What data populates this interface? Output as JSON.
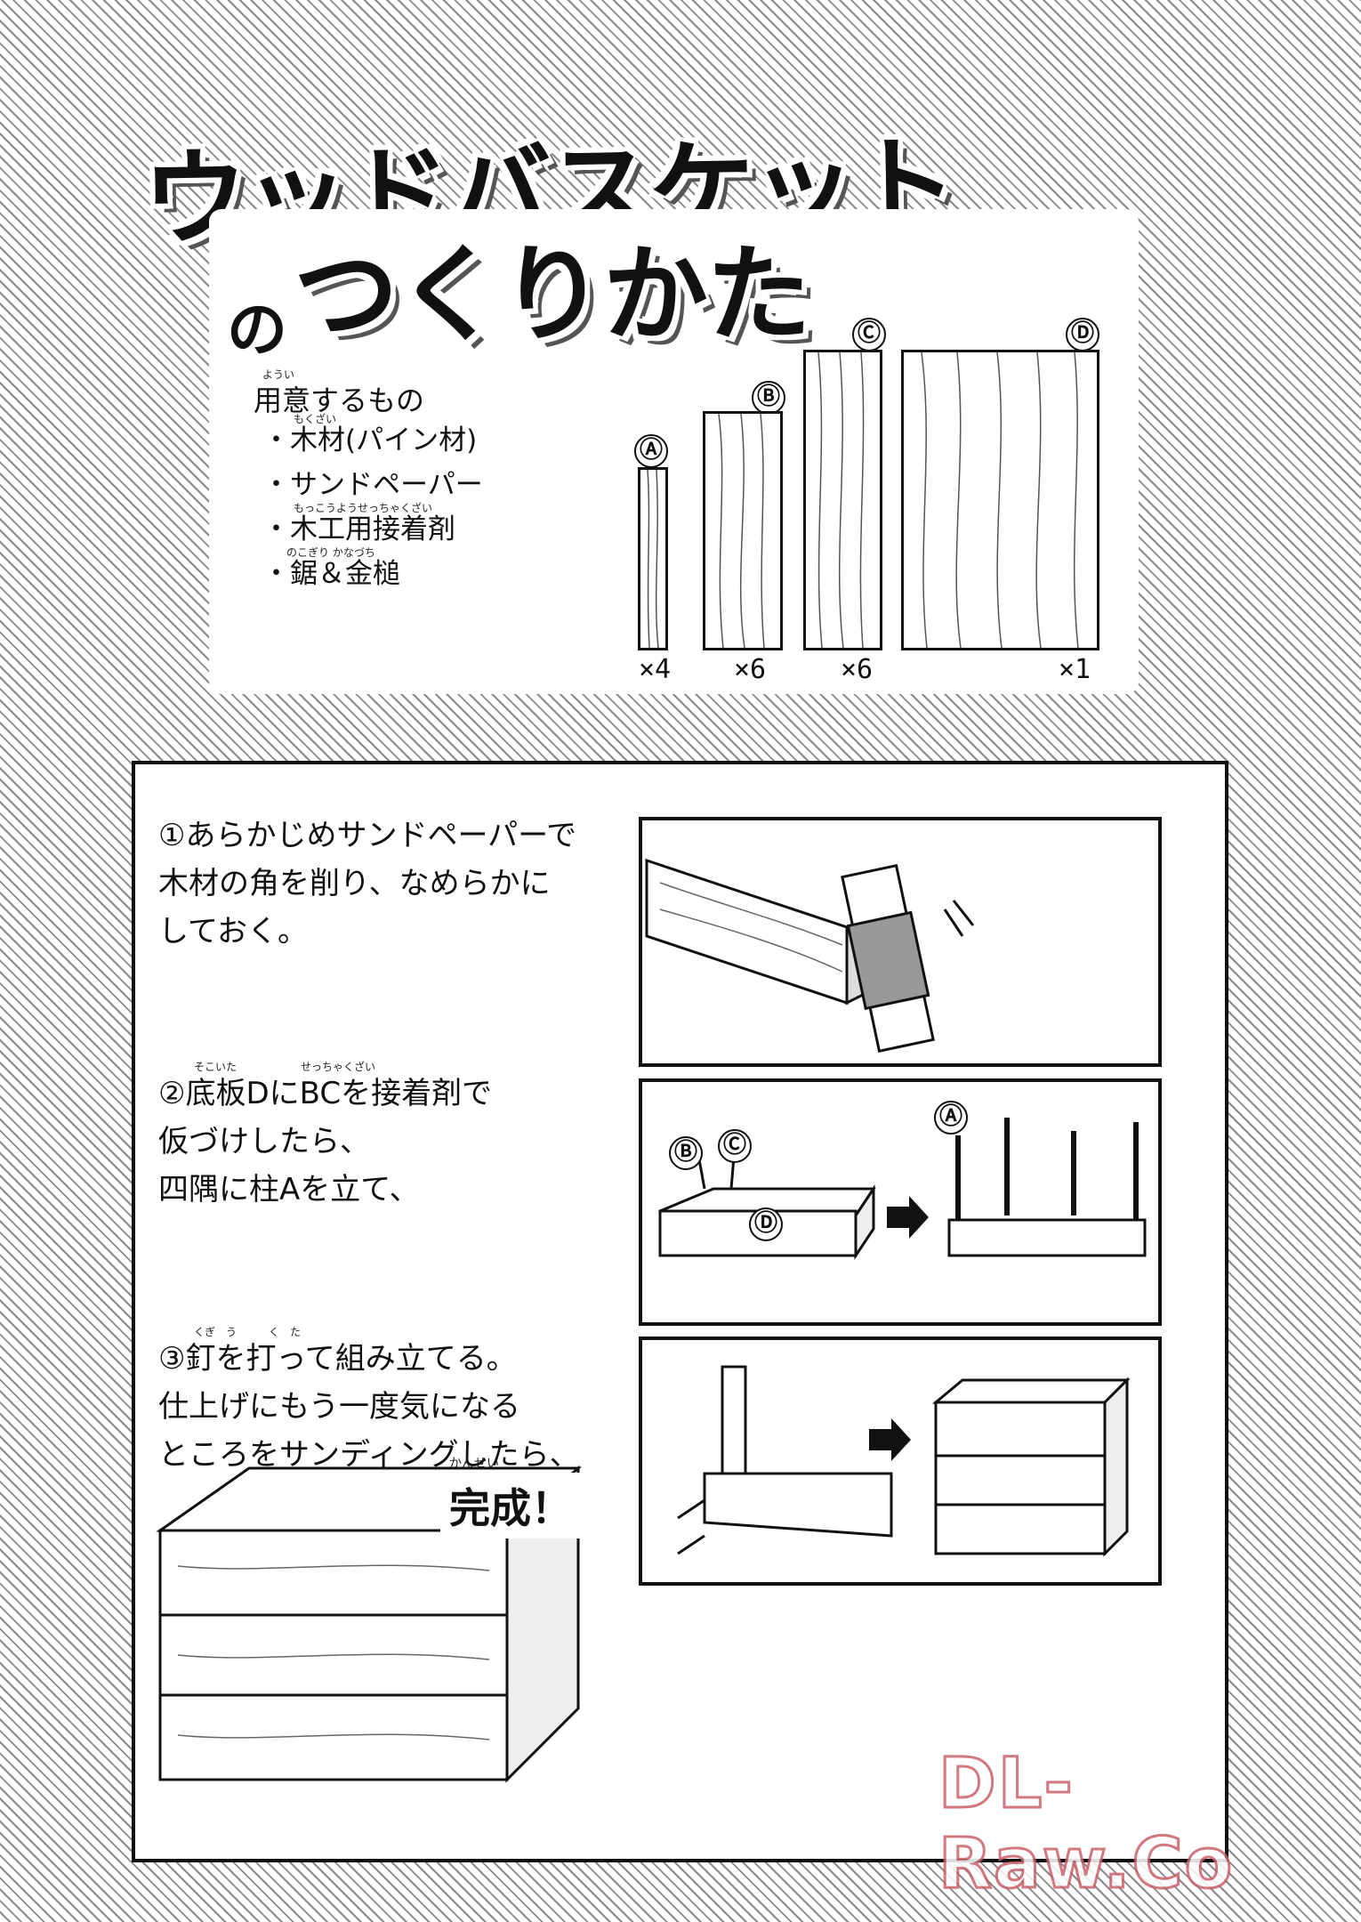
{
  "title": {
    "line1": "ウッドバスケット",
    "no": "の",
    "line2": "つくりかた"
  },
  "materials": {
    "heading": "用意するもの",
    "heading_ruby": "ようい",
    "items": [
      "木材(パイン材)",
      "サンドペーパー",
      "木工用接着剤",
      "鋸＆金槌"
    ],
    "item_rubies": [
      "もくざい",
      "",
      "もっこうようせっちゃくざい",
      "のこぎり かなづち"
    ]
  },
  "boards": [
    {
      "label": "Ⓐ",
      "qty": "×4"
    },
    {
      "label": "Ⓑ",
      "qty": "×6"
    },
    {
      "label": "Ⓒ",
      "qty": "×6"
    },
    {
      "label": "Ⓓ",
      "qty": "×1"
    }
  ],
  "steps": [
    {
      "text": "①あらかじめサンドペーパーで\n木材の角を削り、なめらかに\nしておく。"
    },
    {
      "text": "②底板DにBCを接着剤で\n仮づけしたら、\n四隅に柱Aを立て、",
      "labels": [
        "Ⓑ",
        "Ⓒ",
        "Ⓓ",
        "Ⓐ"
      ]
    },
    {
      "text": "③釘を打って組み立てる。\n仕上げにもう一度気になる\nところをサンディングしたら、"
    }
  ],
  "finish": {
    "text": "完成！",
    "ruby": "かんせい"
  },
  "watermark": "DL-Raw.Co"
}
